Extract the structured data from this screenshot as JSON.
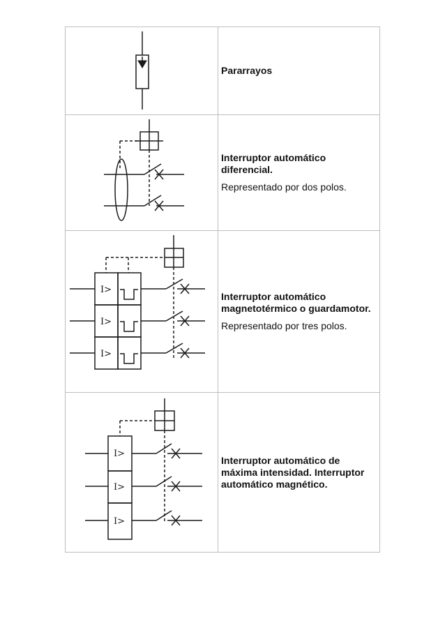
{
  "rows": [
    {
      "title": "Pararrayos",
      "desc": "",
      "icon": "surge-arrester-symbol"
    },
    {
      "title": "Interruptor automático diferencial.",
      "desc": "Representado por dos polos.",
      "icon": "differential-breaker-symbol"
    },
    {
      "title": "Interruptor automático magnetotérmico o guardamotor.",
      "desc": "Representado por tres polos.",
      "icon": "thermomagnetic-breaker-symbol"
    },
    {
      "title": "Interruptor automático de máxima intensidad. Interruptor automático magnético.",
      "desc": "",
      "icon": "magnetic-breaker-symbol"
    }
  ],
  "symbol_labels": {
    "overcurrent": "I>"
  }
}
